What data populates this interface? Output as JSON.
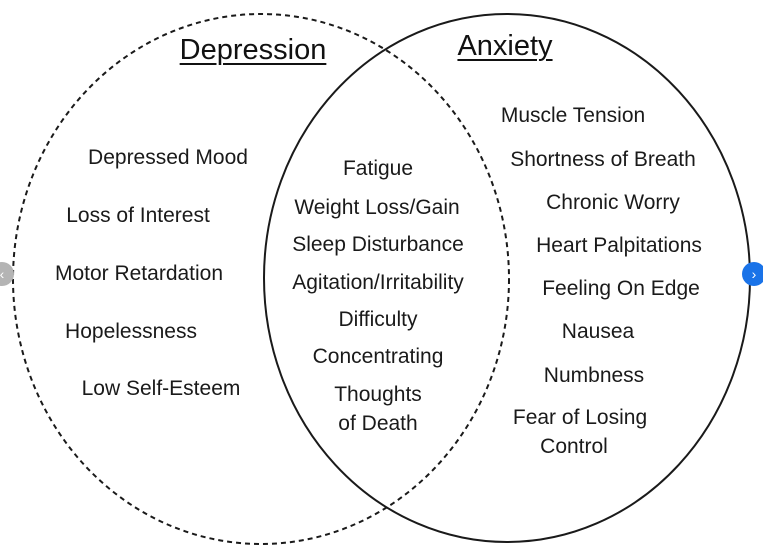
{
  "titles": {
    "depression": "Depression",
    "anxiety": "Anxiety"
  },
  "depression_only": [
    "Depressed Mood",
    "Loss of Interest",
    "Motor Retardation",
    "Hopelessness",
    "Low Self-Esteem"
  ],
  "shared": [
    "Fatigue",
    "Weight Loss/Gain",
    "Sleep Disturbance",
    "Agitation/Irritability",
    "Difficulty",
    "Concentrating",
    "Thoughts",
    "of Death"
  ],
  "anxiety_only": [
    "Muscle Tension",
    "Shortness of Breath",
    "Chronic Worry",
    "Heart Palpitations",
    "Feeling On Edge",
    "Nausea",
    "Numbness",
    "Fear of Losing",
    "Control"
  ],
  "nav": {
    "prev": "‹",
    "next": "›"
  },
  "colors": {
    "ink": "#1a1a1a",
    "nav_prev": "#b4b4b4",
    "nav_next": "#1a73e8"
  }
}
